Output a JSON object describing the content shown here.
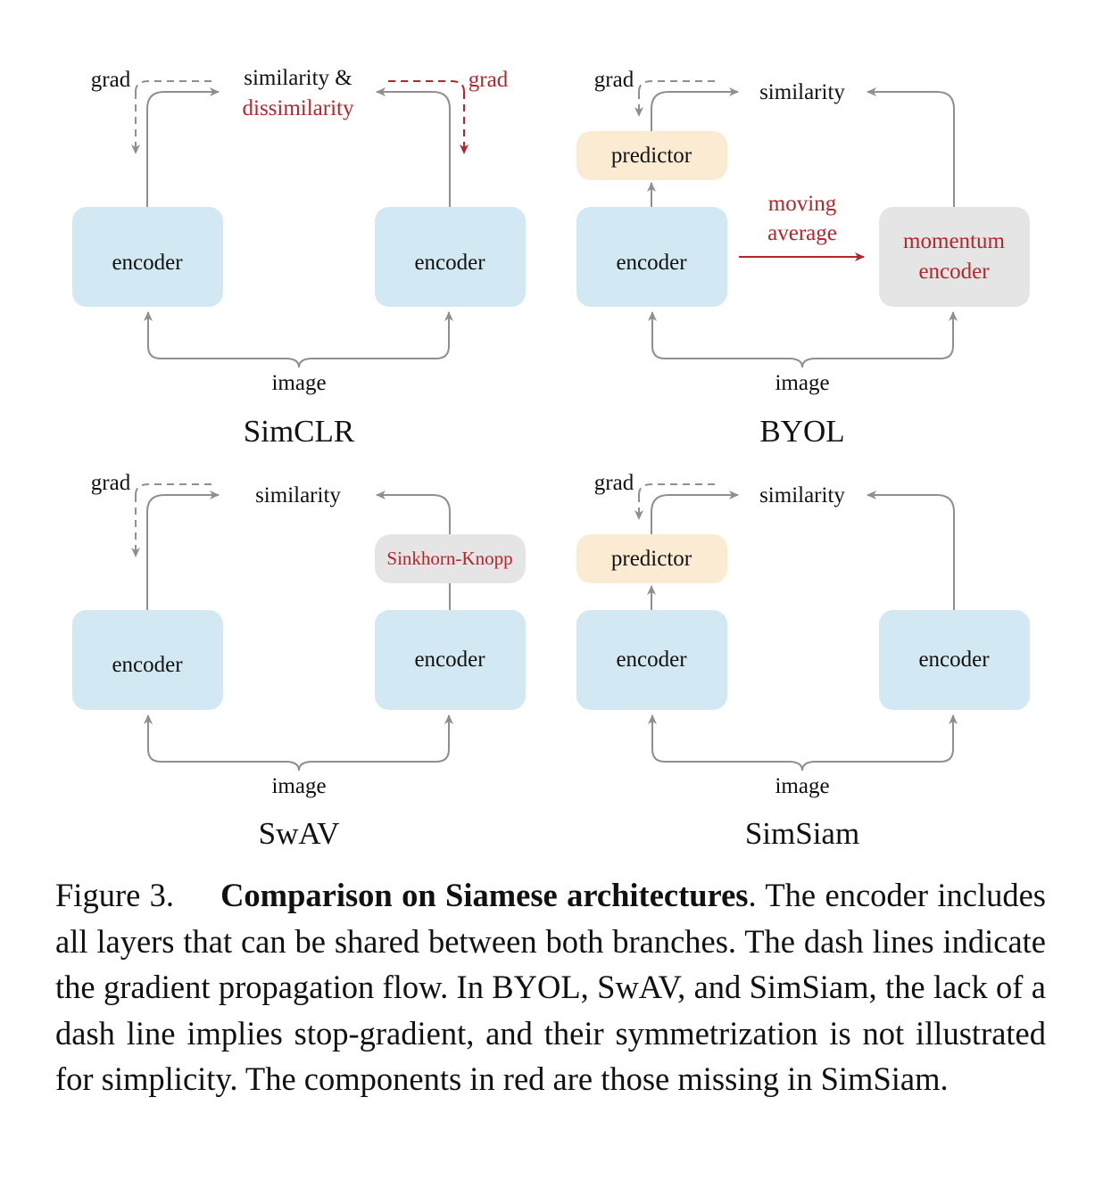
{
  "colors": {
    "encoder_fill": "#d2e8f3",
    "predictor_fill": "#fbebd3",
    "gray_fill": "#e5e5e5",
    "line": "#8f8f8f",
    "accent_red": "#b3262b"
  },
  "panels": {
    "simclr": {
      "title": "SimCLR",
      "grad_left": "grad",
      "grad_right": "grad",
      "similarity": "similarity &",
      "dissimilarity": "dissimilarity",
      "encoder_left": "encoder",
      "encoder_right": "encoder",
      "image": "image"
    },
    "byol": {
      "title": "BYOL",
      "grad": "grad",
      "similarity": "similarity",
      "predictor": "predictor",
      "encoder": "encoder",
      "moving": "moving",
      "average": "average",
      "momentum": "momentum",
      "momentum_encoder": "encoder",
      "image": "image"
    },
    "swav": {
      "title": "SwAV",
      "grad": "grad",
      "similarity": "similarity",
      "sinkhorn": "Sinkhorn-Knopp",
      "encoder_left": "encoder",
      "encoder_right": "encoder",
      "image": "image"
    },
    "simsiam": {
      "title": "SimSiam",
      "grad": "grad",
      "similarity": "similarity",
      "predictor": "predictor",
      "encoder_left": "encoder",
      "encoder_right": "encoder",
      "image": "image"
    }
  },
  "caption": {
    "label": "Figure 3.",
    "bold": "Comparison on Siamese architectures",
    "text": ". The encoder includes all layers that can be shared between both branches. The dash lines indicate the gradient propagation flow. In BYOL, SwAV, and SimSiam, the lack of a dash line implies stop-gradient, and their symmetrization is not illustrated for simplicity. The components in red are those missing in SimSiam."
  }
}
